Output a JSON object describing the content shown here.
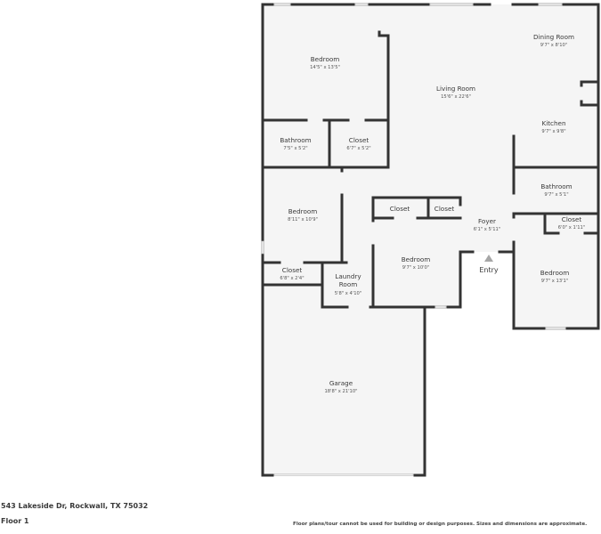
{
  "colors": {
    "wall": "#333333",
    "floor_fill": "#f5f5f5",
    "window": "#d8d8d8",
    "entry_marker": "#a6a6a6",
    "background": "#ffffff"
  },
  "rooms": [
    {
      "id": "bedroom-1",
      "name": "Bedroom",
      "dims": "14'5\" x 13'5\""
    },
    {
      "id": "bathroom-1",
      "name": "Bathroom",
      "dims": "7'5\" x 5'2\""
    },
    {
      "id": "closet-1",
      "name": "Closet",
      "dims": "6'7\" x 5'2\""
    },
    {
      "id": "living-room",
      "name": "Living Room",
      "dims": "15'6\" x 22'6\""
    },
    {
      "id": "dining-room",
      "name": "Dining Room",
      "dims": "9'7\" x 8'10\""
    },
    {
      "id": "kitchen",
      "name": "Kitchen",
      "dims": "9'7\" x 9'8\""
    },
    {
      "id": "bedroom-2",
      "name": "Bedroom",
      "dims": "8'11\" x 10'9\""
    },
    {
      "id": "closet-2",
      "name": "Closet",
      "dims": "6'8\" x 2'4\""
    },
    {
      "id": "laundry-room",
      "name_line1": "Laundry",
      "name_line2": "Room",
      "dims": "5'8\" x 4'10\""
    },
    {
      "id": "closet-3",
      "name": "Closet",
      "dims": ""
    },
    {
      "id": "closet-4",
      "name": "Closet",
      "dims": ""
    },
    {
      "id": "bedroom-3",
      "name": "Bedroom",
      "dims": "9'7\" x 10'0\""
    },
    {
      "id": "foyer",
      "name": "Foyer",
      "dims": "6'1\" x 5'11\""
    },
    {
      "id": "bathroom-2",
      "name": "Bathroom",
      "dims": "9'7\" x 5'1\""
    },
    {
      "id": "closet-5",
      "name": "Closet",
      "dims": "6'0\" x 1'11\""
    },
    {
      "id": "bedroom-4",
      "name": "Bedroom",
      "dims": "9'7\" x 13'1\""
    },
    {
      "id": "garage",
      "name": "Garage",
      "dims": "18'8\" x 21'10\""
    }
  ],
  "entry": {
    "label": "Entry",
    "icon": "triangle-up-icon"
  },
  "footer": {
    "address": "543 Lakeside Dr, Rockwall, TX 75032",
    "floor": "Floor 1",
    "disclaimer": "Floor plans/tour cannot be used for building or design purposes. Sizes and dimensions are approximate."
  }
}
